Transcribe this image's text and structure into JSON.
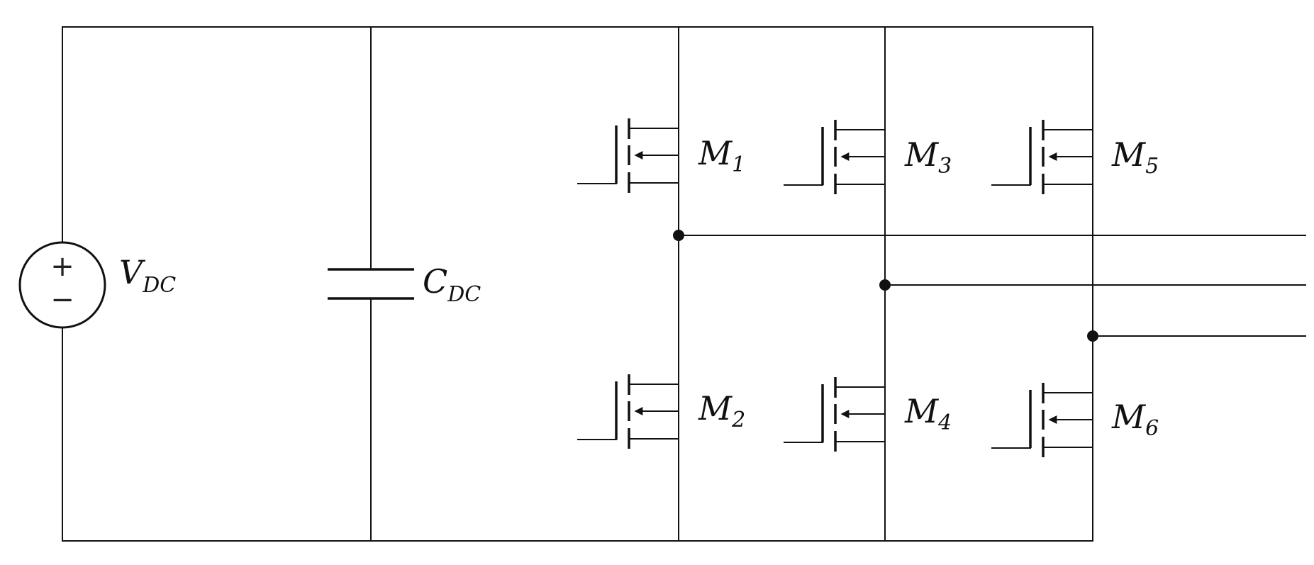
{
  "source": {
    "label_main": "V",
    "label_sub": "DC",
    "plus_sign": "+",
    "minus_sign": "−"
  },
  "capacitor": {
    "label_main": "C",
    "label_sub": "DC"
  },
  "transistors": [
    {
      "id": "M1",
      "main": "M",
      "sub": "1"
    },
    {
      "id": "M2",
      "main": "M",
      "sub": "2"
    },
    {
      "id": "M3",
      "main": "M",
      "sub": "3"
    },
    {
      "id": "M4",
      "main": "M",
      "sub": "4"
    },
    {
      "id": "M5",
      "main": "M",
      "sub": "5"
    },
    {
      "id": "M6",
      "main": "M",
      "sub": "6"
    }
  ],
  "colors": {
    "wire": "#111111",
    "background": "#ffffff"
  }
}
